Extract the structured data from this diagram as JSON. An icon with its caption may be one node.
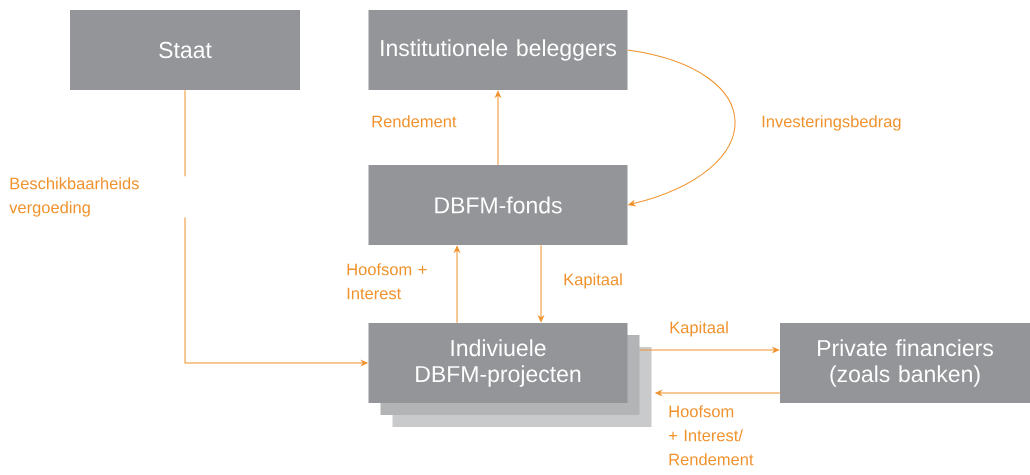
{
  "diagram": {
    "nodes": [
      {
        "text": [
          "Staat"
        ]
      },
      {
        "text": [
          "Institutionele beleggers"
        ]
      },
      {
        "text": [
          "DBFM-fonds"
        ]
      },
      {
        "text": [
          "Indiviuele DBFM-projecten"
        ]
      },
      {
        "text": [
          "Private financiers (zoals banken)"
        ]
      }
    ],
    "edges": [
      {
        "from": 0,
        "to": 3,
        "arrow": "to",
        "label": "Beschikbaarheids vergoeding"
      },
      {
        "from": 2,
        "to": 1,
        "arrow": "to",
        "label": "Rendement"
      },
      {
        "from": 1,
        "to": 2,
        "arrow": "to",
        "label": "Investeringsbedrag"
      },
      {
        "from": 3,
        "to": 2,
        "arrow": "to",
        "label": "Hoofsom + Interest"
      },
      {
        "from": 2,
        "to": 3,
        "arrow": "to",
        "label": "Kapitaal"
      },
      {
        "from": 3,
        "to": 4,
        "arrow": "to",
        "label": "Kapitaal"
      },
      {
        "from": 4,
        "to": 3,
        "arrow": "to",
        "label": "Hoofsom + Interest/ Rendement"
      }
    ]
  }
}
